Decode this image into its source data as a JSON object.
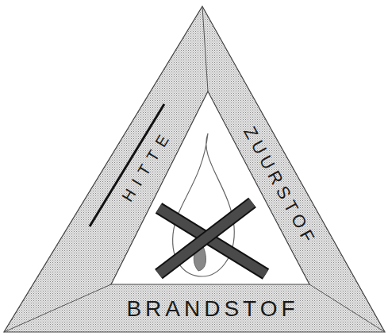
{
  "diagram": {
    "labels": [
      "HITTE",
      "ZUURSTOF",
      "BRANDSTOF"
    ]
  }
}
